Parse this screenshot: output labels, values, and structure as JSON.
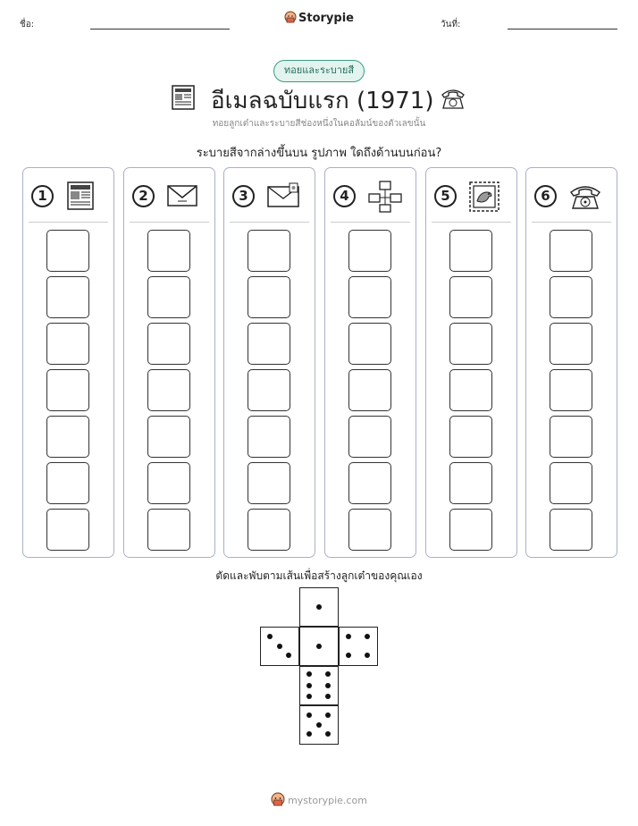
{
  "header": {
    "name_label": "ชื่อ:",
    "date_label": "วันที่:",
    "brand": "Storypie"
  },
  "pill": "ทอยและระบายสี",
  "title": "อีเมลฉบับแรก (1971)",
  "subtitle": "ทอยลูกเต๋าและระบายสีช่องหนึ่งในคอลัมน์ของตัวเลขนั้น",
  "question": "ระบายสีจากล่างขึ้นบน รูปภาพ ใดถึงด้านบนก่อน?",
  "columns": [
    {
      "number": "1",
      "icon": "newspaper-icon"
    },
    {
      "number": "2",
      "icon": "envelope-icon"
    },
    {
      "number": "3",
      "icon": "postcard-icon"
    },
    {
      "number": "4",
      "icon": "network-icon"
    },
    {
      "number": "5",
      "icon": "stamp-icon"
    },
    {
      "number": "6",
      "icon": "rotary-phone-icon"
    }
  ],
  "cells_per_column": 7,
  "dice_caption": "ตัดและพับตามเส้นเพื่อสร้างลูกเต๋าของคุณเอง",
  "dice_faces": [
    1,
    3,
    1,
    4,
    6,
    5
  ],
  "footer": "mystorypie.com"
}
